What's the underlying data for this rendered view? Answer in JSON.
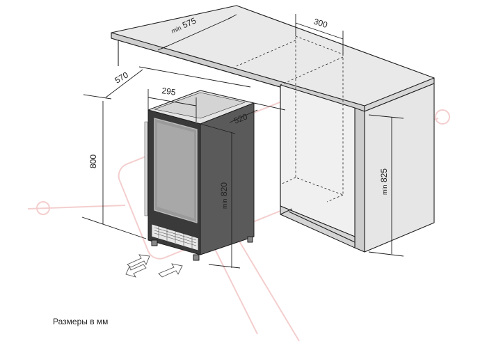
{
  "diagram": {
    "dimensions": {
      "counter_depth": "575",
      "counter_depth_prefix": "min",
      "cabinet_width": "300",
      "unit_depth": "570",
      "unit_width": "295",
      "unit_depth_inner": "520",
      "unit_height": "800",
      "niche_height": "820",
      "niche_height_prefix": "min",
      "counter_height": "825",
      "counter_height_prefix": "min"
    },
    "caption": "Размеры в мм",
    "colors": {
      "line": "#1e1e1e",
      "panel": "#e9e9e9",
      "panel_dark": "#c9c9c9",
      "unit_body": "#5a5a5a",
      "unit_front": "#3a3a3a",
      "watermark": "#f3c9c9"
    }
  }
}
